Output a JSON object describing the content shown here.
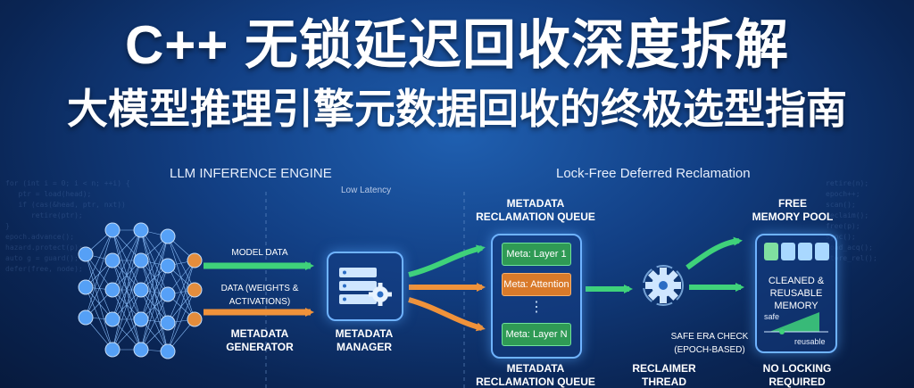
{
  "title": "C++ 无锁延迟回收深度拆解",
  "subtitle": "大模型推理引擎元数据回收的终极选型指南",
  "sections": {
    "left": "LLM INFERENCE ENGINE",
    "right": "Lock-Free Deferred Reclamation",
    "low_latency": "Low Latency"
  },
  "flows": {
    "model_data": "MODEL DATA",
    "data_weights": "DATA (WEIGHTS &\nACTIVATIONS)",
    "metadata_generator": "METADATA\nGENERATOR"
  },
  "manager": {
    "label": "METADATA\nMANAGER"
  },
  "queue": {
    "title": "METADATA\nRECLAMATION QUEUE",
    "items": [
      "Meta: Layer 1",
      "Meta: Attention",
      "Meta: Layer N"
    ],
    "ellipsis": "⋮",
    "bottom_label": "METADATA\nRECLAMATION QUEUE"
  },
  "reclaimer": {
    "label": "RECLAIMER\nTHREAD",
    "era_check": "SAFE ERA CHECK\n(EPOCH-BASED)"
  },
  "pool": {
    "title": "FREE\nMEMORY POOL",
    "body": "CLEANED &\nREUSABLE\nMEMORY",
    "safe": "safe",
    "reusable": "reusable",
    "bottom_label": "NO LOCKING\nREQUIRED"
  },
  "colors": {
    "green": "#3fd27a",
    "orange": "#f0923a",
    "blue": "#6fb3ff",
    "node": "#5aa7ff"
  },
  "icons": [
    "server-gear-icon",
    "gear-icon",
    "memory-block-icon"
  ]
}
